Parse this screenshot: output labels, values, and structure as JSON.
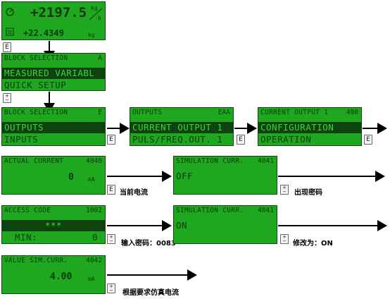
{
  "home": {
    "value1": "+2197.5",
    "value2": "+22.4349",
    "unit1_top": "kg",
    "unit1_bot": "h",
    "unit2": "kg",
    "icon1": "flow-icon",
    "icon2": "totalizer-icon"
  },
  "block1": {
    "header": "BLOCK SELECTION",
    "code": "A",
    "row_sel": "MEASURED VARIABL",
    "row2": "QUICK SETUP"
  },
  "block2": {
    "header": "BLOCK SELECTION",
    "code": "E",
    "row_sel": "OUTPUTS",
    "row2": "INPUTS"
  },
  "block3": {
    "header": "OUTPUTS",
    "code": "EAA",
    "row_sel": "CURRENT OUTPUT 1",
    "row2": "PULS/FREQ.OUT. 1"
  },
  "block4": {
    "header": "CURRENT OUTPUT 1",
    "code": "400",
    "row_sel": "CONFIGURATION",
    "row2": "OPERATION"
  },
  "actual": {
    "header": "ACTUAL CURRENT",
    "code": "4040",
    "value": "0",
    "unit": "mA"
  },
  "sim1": {
    "header": "SIMULATION CURR.",
    "code": "4041",
    "value": "OFF"
  },
  "access": {
    "header": "ACCESS CODE",
    "code": "1002",
    "value": "***",
    "min_label": "MIN:",
    "min_value": "0"
  },
  "sim2": {
    "header": "SIMULATION CURR.",
    "code": "4041",
    "value": "ON"
  },
  "valsim": {
    "header": "VALUE SIM.CURR.",
    "code": "4042",
    "value": "4.00",
    "unit": "mA"
  },
  "buttons": {
    "e": "E",
    "up": "+",
    "down": "−"
  },
  "captions": {
    "current_value": "当前电流",
    "show_password": "出现密码",
    "input_password": "输入密码：0083",
    "change_to": "修改为：ON",
    "simulate": "根据要求仿真电流"
  }
}
